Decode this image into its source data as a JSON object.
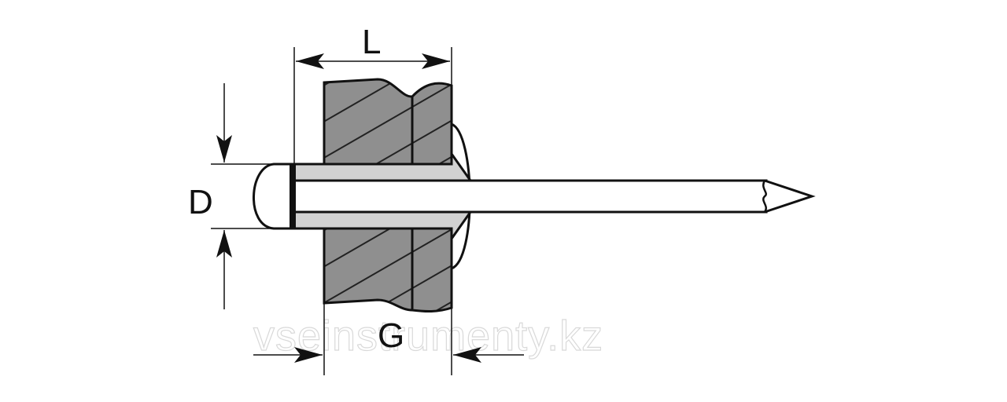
{
  "diagram": {
    "labels": {
      "length": "L",
      "diameter": "D",
      "grip": "G"
    },
    "watermark": "vseinstrumenty.kz",
    "colors": {
      "plate": "#8f8f8f",
      "rivet_body": "#d2d2d2",
      "mandrel": "#ffffff",
      "outline": "#111111",
      "background": "#ffffff"
    }
  }
}
